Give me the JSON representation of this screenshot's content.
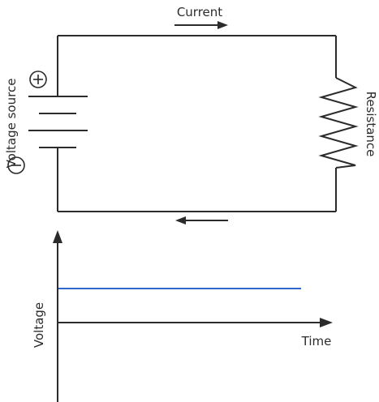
{
  "circuit": {
    "current_label": "Current",
    "source_label": "Voltage source",
    "resistance_label": "Resistance",
    "plus_symbol": "+",
    "minus_symbol": "−"
  },
  "graph": {
    "y_axis_label": "Voltage",
    "x_axis_label": "Time",
    "line_color": "#3366cc"
  },
  "colors": {
    "stroke": "#2b2b2b",
    "voltage_line": "#3366cc"
  }
}
